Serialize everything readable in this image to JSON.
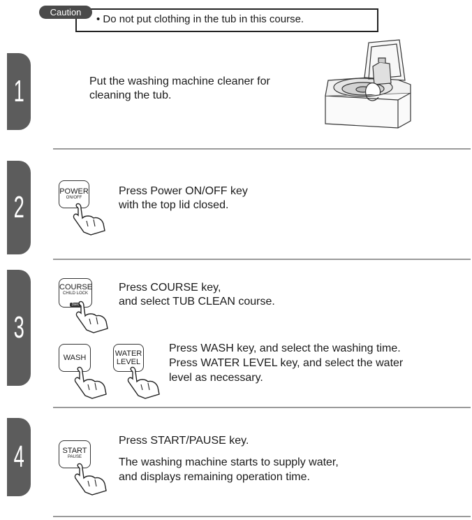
{
  "caution": {
    "label": "Caution",
    "text": "• Do not put clothing in the tub in this course."
  },
  "steps": [
    {
      "number": "1",
      "text": [
        "Put the washing machine cleaner for",
        "cleaning the tub."
      ]
    },
    {
      "number": "2",
      "text": [
        "Press Power ON/OFF key",
        "with the top lid closed."
      ]
    },
    {
      "number": "3",
      "text": [
        "Press COURSE key,",
        "and select TUB CLEAN course."
      ],
      "text2": [
        "Press WASH key, and select the washing time.",
        "Press WATER LEVEL key, and select the water",
        "level as necessary."
      ]
    },
    {
      "number": "4",
      "text": [
        "Press START/PAUSE key."
      ],
      "text2": [
        "The washing machine starts to supply water,",
        "and displays remaining operation time."
      ]
    }
  ],
  "keys": {
    "power": {
      "main": "POWER",
      "sub": "ON/OFF"
    },
    "course": {
      "main": "COURSE",
      "sub": "CHILD LOCK",
      "lock": "3sec"
    },
    "wash": {
      "main": "WASH"
    },
    "water_level": {
      "main": "WATER",
      "main2": "LEVEL"
    },
    "start": {
      "main": "START",
      "sub": "PAUSE"
    }
  },
  "icons": [
    "washing-machine-open-lid-illustration",
    "pointing-hand-icon"
  ],
  "colors": {
    "tab": "#5c5c5c",
    "divider": "#9a9a9a",
    "caution_tag": "#4a4a4a"
  }
}
